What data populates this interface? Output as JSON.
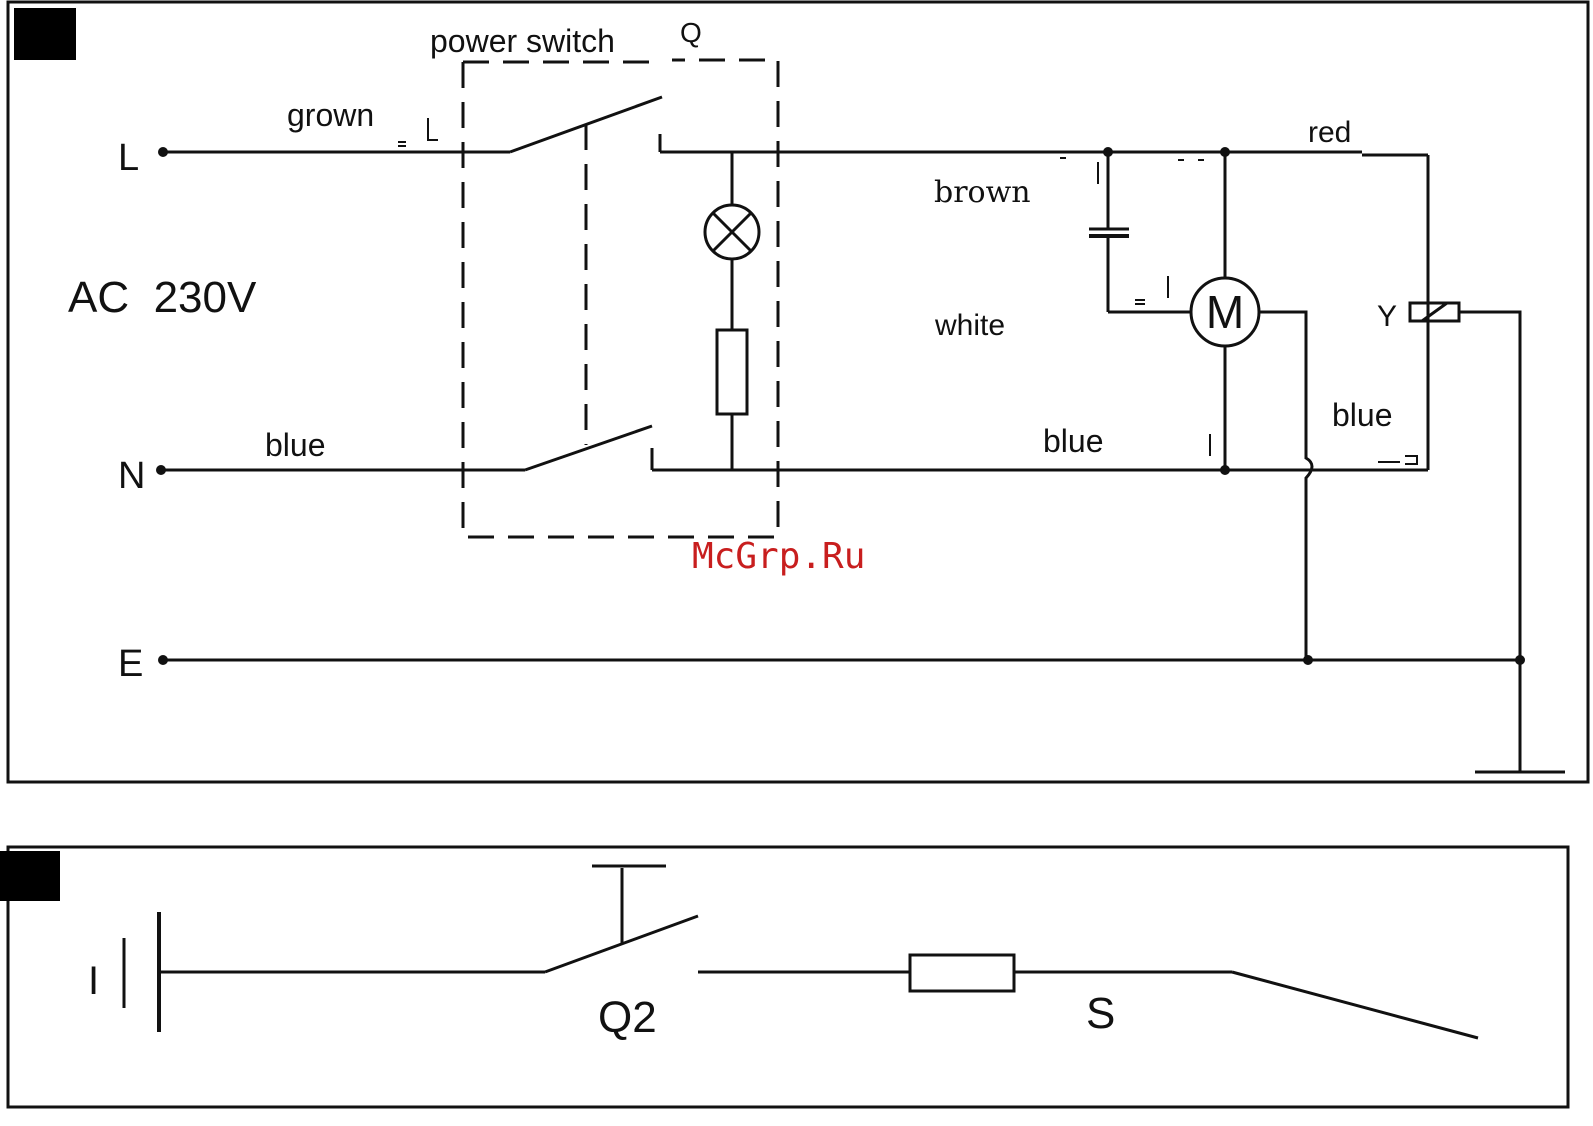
{
  "colors": {
    "line": "#111111",
    "watermark": "#c81e1e",
    "background": "#ffffff"
  },
  "top": {
    "terminals": {
      "L": "L",
      "N": "N",
      "E": "E"
    },
    "supply": "AC  230V",
    "switch_label": "power switch",
    "switch_tag": "Q",
    "wires": {
      "grown": "grown",
      "red": "red",
      "brown": "brown",
      "white": "white",
      "blue_n": "blue",
      "blue_mid": "blue",
      "blue_right": "blue"
    },
    "motor": "M",
    "valve": "Y"
  },
  "bottom": {
    "source": "I",
    "switch": "Q2",
    "sensor": "S"
  },
  "watermark": "McGrp.Ru",
  "icons": [
    "section-marker-icon",
    "lamp-icon",
    "resistor-icon",
    "capacitor-icon",
    "motor-icon",
    "solenoid-icon",
    "ground-icon",
    "battery-icon",
    "push-switch-icon"
  ]
}
